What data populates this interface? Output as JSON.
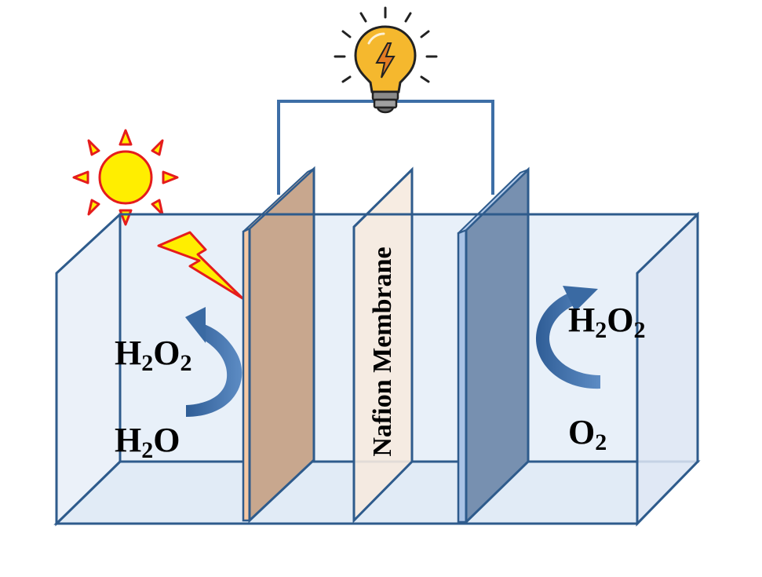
{
  "labels": {
    "left_top_main": "H",
    "left_top_sub1": "2",
    "left_top_o": "O",
    "left_top_sub2": "2",
    "left_bottom_main": "H",
    "left_bottom_sub": "2",
    "left_bottom_o": "O",
    "right_top_main": "H",
    "right_top_sub1": "2",
    "right_top_o": "O",
    "right_top_sub2": "2",
    "right_bottom_o": "O",
    "right_bottom_sub": "2",
    "membrane": "Nafion Membrane"
  },
  "icons": {
    "sun": "sun-icon",
    "lightning": "lightning-bolt-icon",
    "bulb": "light-bulb-icon",
    "left_arrow": "curved-arrow-icon",
    "right_arrow": "curved-arrow-icon"
  },
  "colors": {
    "tank_fill": "#dce8f5",
    "tank_edge": "#2e5b8c",
    "photoelectrode": "#c8a78e",
    "photoelectrode_edge": "#f5c9a4",
    "membrane": "#f6eadf",
    "counter_electrode": "#7790b0",
    "counter_electrode_edge": "#a9c3e6",
    "wire": "#3d6ea6",
    "sun": "#ffee00",
    "sun_rays": "#e51c1c",
    "arrow": "#3a6aa3",
    "bulb": "#f5b82e"
  }
}
